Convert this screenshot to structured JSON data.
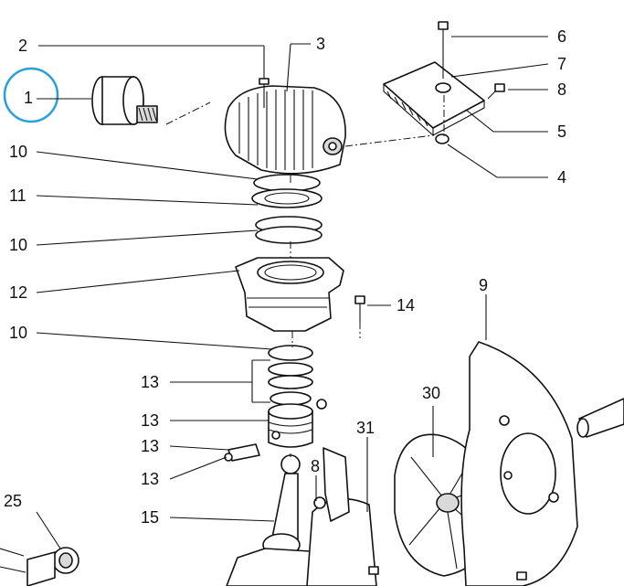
{
  "labels": {
    "l1": "1",
    "l2": "2",
    "l3": "3",
    "l4": "4",
    "l5": "5",
    "l6": "6",
    "l7": "7",
    "l8": "8",
    "l8b": "8",
    "l9": "9",
    "l10a": "10",
    "l10b": "10",
    "l10c": "10",
    "l11": "11",
    "l12": "12",
    "l13a": "13",
    "l13b": "13",
    "l13c": "13",
    "l13d": "13",
    "l14": "14",
    "l15": "15",
    "l25": "25",
    "l30": "30",
    "l31": "31"
  },
  "colors": {
    "highlight_circle": "#2a9fd8",
    "line": "#111111"
  }
}
